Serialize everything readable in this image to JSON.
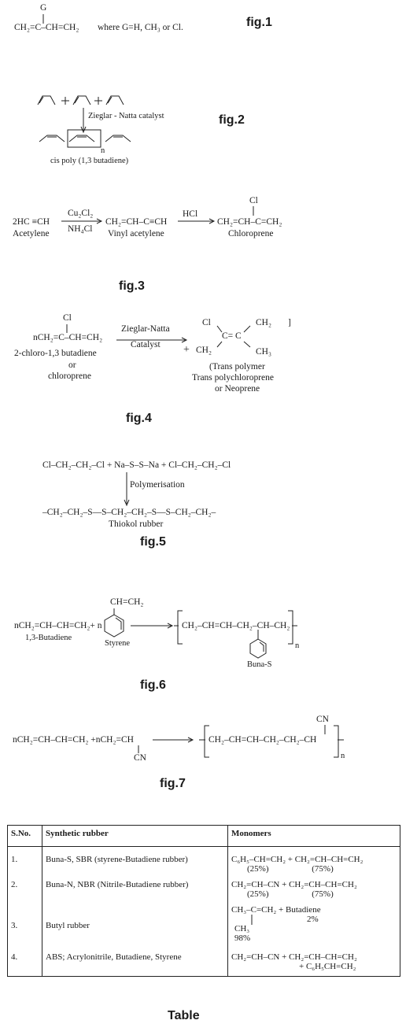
{
  "fig1": {
    "label": "fig.1",
    "g": "G",
    "formula": "CH₂=C–CH=CH₂",
    "where": "where G=H, CH₃ or Cl."
  },
  "fig2": {
    "label": "fig.2",
    "catalyst": "Zieglar - Natta catalyst",
    "n": "n",
    "name": "cis poly (1,3 butadiene)"
  },
  "fig3": {
    "label": "fig.3",
    "reactant": "2HC ≡CH",
    "reactant_name": "Acetylene",
    "cond_top": "Cu₂Cl₂",
    "cond_bottom": "NH₄Cl",
    "intermediate": "CH₂=CH–C≡CH",
    "intermediate_name": "Vinyl acetylene",
    "reagent": "HCl",
    "cl": "Cl",
    "product": "CH₂=CH–C=CH₂",
    "product_name": "Chloroprene"
  },
  "fig4": {
    "label": "fig.4",
    "cl": "Cl",
    "reactant": "nCH₂=C–CH=CH₂",
    "name1": "2-chloro-1,3 butadiene",
    "or": "or",
    "name2": "chloroprene",
    "cond_top": "Zieglar-Natta",
    "cond_bottom": "Catalyst",
    "p_cl": "Cl",
    "p_ch2_top": "CH₂",
    "p_bracket": "]",
    "p_cc": "C= C",
    "p_ch2_left": "CH₂",
    "p_ch3": "CH₃",
    "p_name1": "(Trans polymer",
    "p_name2": "Trans polychloroprene",
    "p_name3": "or Neoprene"
  },
  "fig5": {
    "label": "fig.5",
    "reactants": "Cl–CH₂–CH₂–Cl + Na–S–S–Na + Cl–CH₂–CH₂–Cl",
    "process": "Polymerisation",
    "product": "–CH₂–CH₂–S—S–CH₂–CH₂–S—S–CH₂–CH₂–",
    "name": "Thiokol rubber"
  },
  "fig6": {
    "label": "fig.6",
    "reactant1": "nCH₂=CH–CH=CH₂+ n",
    "reactant1_name": "1,3-Butadiene",
    "vinyl": "CH=CH₂",
    "styrene": "Styrene",
    "product_chain": "CH₂–CH=CH–CH₂–CH–CH₂",
    "n": "n",
    "product_name": "Buna-S"
  },
  "fig7": {
    "label": "fig.7",
    "reactant": "nCH₂=CH–CH=CH₂ +nCH₂=CH",
    "cn": "CN",
    "product_chain": "CH₂–CH=CH–CH₂–CH₂–CH",
    "product_cn": "CN",
    "n": "n"
  },
  "table": {
    "caption": "Table",
    "headers": [
      "S.No.",
      "Synthetic rubber",
      "Monomers"
    ],
    "rows": [
      {
        "sno": "1.",
        "rubber": "Buna-S, SBR (styrene-Butadiene rubber)",
        "m1": "C₆H₅–CH=CH₂ + CH₂=CH–CH=CH₂",
        "m2a": "(25%)",
        "m2b": "(75%)"
      },
      {
        "sno": "2.",
        "rubber": "Buna-N, NBR (Nitrile-Butadiene rubber)",
        "m1": "CH₂=CH–CN  +  CH₂=CH–CH=CH₂",
        "m2a": "(25%)",
        "m2b": "(75%)"
      },
      {
        "sno": "3.",
        "rubber": "Butyl rubber",
        "m1": "CH₃–C=CH₂ + Butadiene",
        "m2a": "2%",
        "m3": "CH₃",
        "m4": "98%"
      },
      {
        "sno": "4.",
        "rubber": "ABS; Acrylonitrile, Butadiene, Styrene",
        "m1": "CH₂=CH–CN + CH₂=CH–CH=CH₂",
        "m2": "+ C₆H₅CH=CH₂"
      }
    ]
  }
}
